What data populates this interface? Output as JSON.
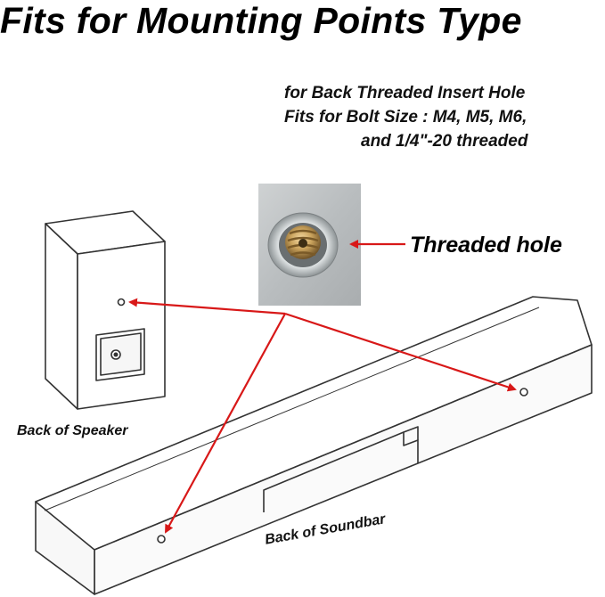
{
  "title": "Fits for Mounting Points Type",
  "spec_lines": [
    "for Back Threaded Insert Hole",
    "Fits for Bolt Size : M4, M5, M6,",
    "and 1/4\"-20 threaded"
  ],
  "callout": "Threaded hole",
  "labels": {
    "speaker": "Back of Speaker",
    "soundbar": "Back of Soundbar"
  },
  "colors": {
    "arrow": "#d81818",
    "line": "#333333"
  }
}
